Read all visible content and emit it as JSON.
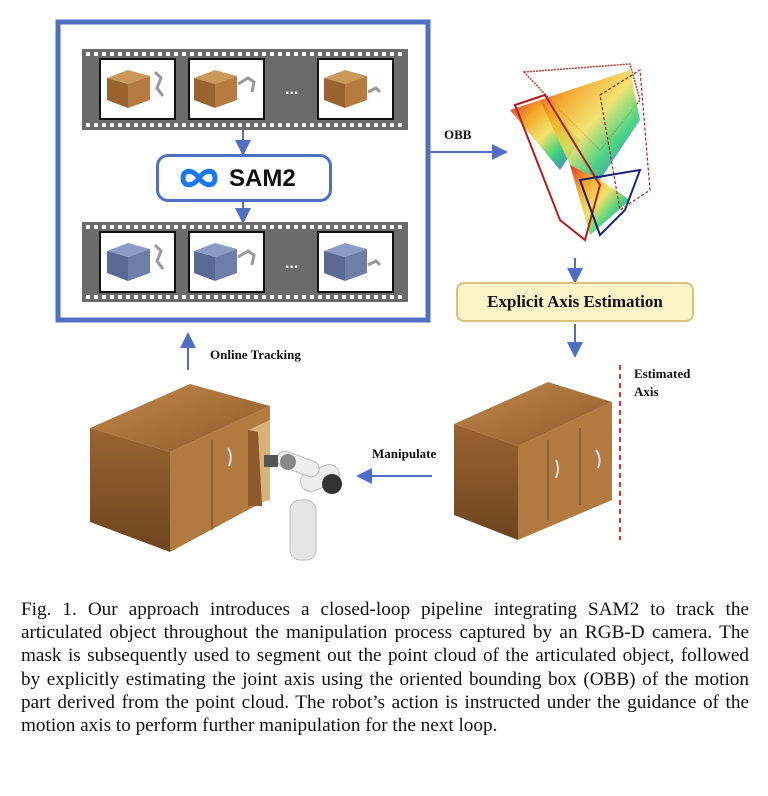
{
  "diagram": {
    "top_model": "SAM2",
    "label_obb": "OBB",
    "label_axis_estimation": "Explicit Axis Estimation",
    "label_online_tracking": "Online Tracking",
    "label_manipulate": "Manipulate",
    "label_estimated_axis_line1": "Estimated",
    "label_estimated_axis_line2": "Axis",
    "ellipsis": "...",
    "colors": {
      "frame_border": "#4f6fc4",
      "arrow": "#4f6fc4",
      "axis_box_fill": "#fdf3c8",
      "axis_box_border": "#d8c27a",
      "film_strip": "#6b6b6b",
      "cabinet_wood": "#a86f3a",
      "mask_blue": "#6f7ea8",
      "axis_dash": "#e03030"
    }
  },
  "caption": {
    "text": "Fig. 1.   Our approach introduces a closed-loop pipeline integrating SAM2 to track the articulated object throughout the manipulation process captured by an RGB-D camera. The mask is subsequently used to segment out the point cloud of the articulated object, followed by explicitly estimating the joint axis using the oriented bounding box (OBB) of the motion part derived from the point cloud. The robot’s action is instructed under the guidance of the motion axis to perform further manipulation for the next loop."
  }
}
